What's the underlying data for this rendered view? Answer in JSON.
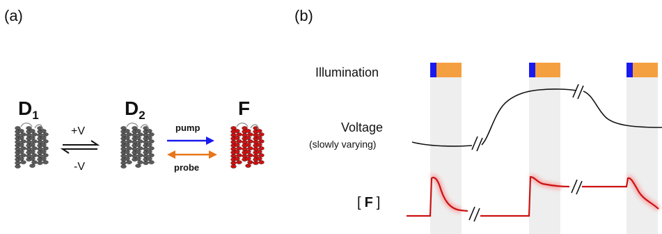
{
  "panel_a": {
    "label": "(a)",
    "states": [
      {
        "main": "D",
        "sub": "1"
      },
      {
        "main": "D",
        "sub": "2"
      },
      {
        "main": "F",
        "sub": ""
      }
    ],
    "equilibrium": {
      "forward": "+V",
      "reverse": "-V"
    },
    "optical": {
      "pump": "pump",
      "probe": "probe"
    },
    "colors": {
      "protein_dark": "#5a5a5a",
      "protein_bright": "#cc1111",
      "pump_arrow": "#1a1aee",
      "probe_arrow": "#e8761a"
    }
  },
  "panel_b": {
    "label": "(b)",
    "illumination_label": "Illumination",
    "voltage_label": "Voltage",
    "voltage_sublabel": "(slowly varying)",
    "f_label": {
      "open": "[",
      "text": "F",
      "close": "]"
    },
    "colors": {
      "pump": "#1a1aee",
      "probe": "#f5a040",
      "shade": "#eeeeee",
      "trace": "#cc1111",
      "voltage": "#111111"
    }
  }
}
